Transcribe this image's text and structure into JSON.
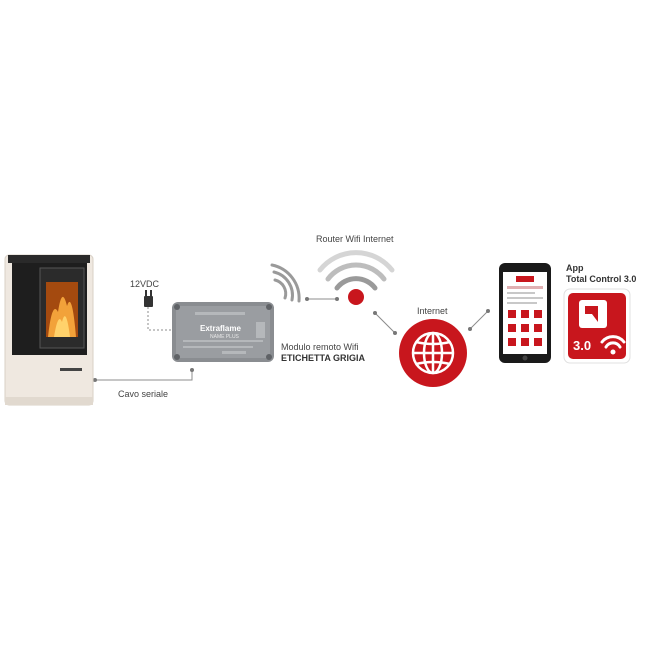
{
  "labels": {
    "router": "Router Wifi Internet",
    "voltage": "12VDC",
    "cable": "Cavo seriale",
    "module_line1": "Modulo remoto Wifi",
    "module_line2": "ETICHETTA GRIGIA",
    "internet": "Internet",
    "app_line1": "App",
    "app_line2": "Total Control 3.0"
  },
  "module": {
    "brand": "Extraflame",
    "model": "NAME PLUS"
  },
  "app_icon": {
    "version": "3.0"
  },
  "colors": {
    "accent_red": "#c8161d",
    "stove_body": "#efe8e0",
    "module_grey": "#8a8d91",
    "line_grey": "#8c8c8c"
  }
}
